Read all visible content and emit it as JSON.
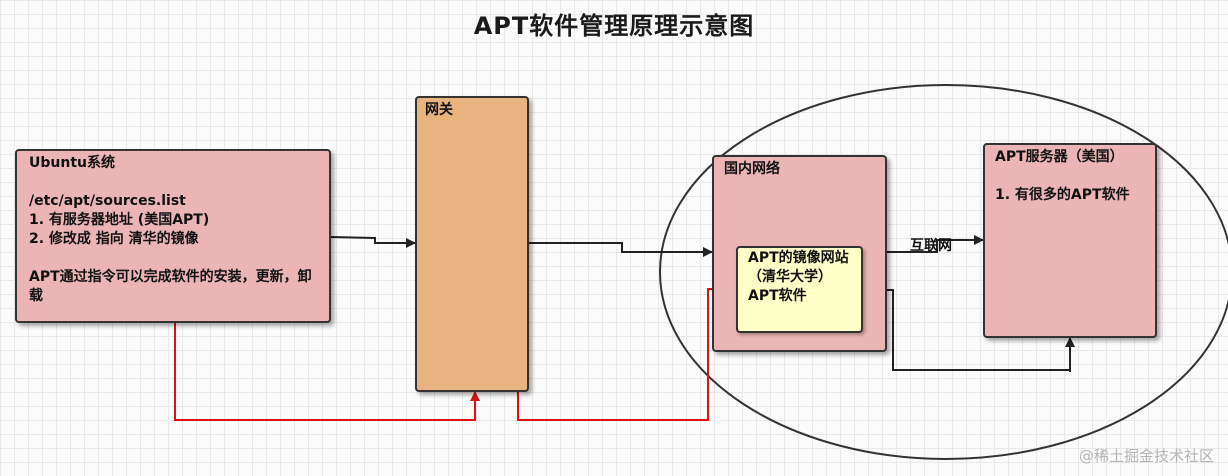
{
  "title": "APT软件管理原理示意图",
  "ubuntu": {
    "lines": [
      "Ubuntu系统",
      "",
      "/etc/apt/sources.list",
      "1. 有服务器地址 (美国APT)",
      "2. 修改成 指向 清华的镜像",
      "",
      "APT通过指令可以完成软件的安装，更新，卸载"
    ]
  },
  "gateway": {
    "label": "网关"
  },
  "domestic": {
    "label": "国内网络"
  },
  "mirror": {
    "text": "APT的镜像网站（清华大学）APT软件"
  },
  "apt_server": {
    "title": "APT服务器（美国）",
    "item": "1. 有很多的APT软件"
  },
  "internet_label": "互联网",
  "watermark": "@稀土掘金技术社区",
  "colors": {
    "box_pink": "#ebb5b5",
    "gateway_tan": "#e8b37f",
    "mirror_cream": "#ffffc8",
    "arrow_black": "#222222",
    "arrow_red": "#dd1111"
  }
}
